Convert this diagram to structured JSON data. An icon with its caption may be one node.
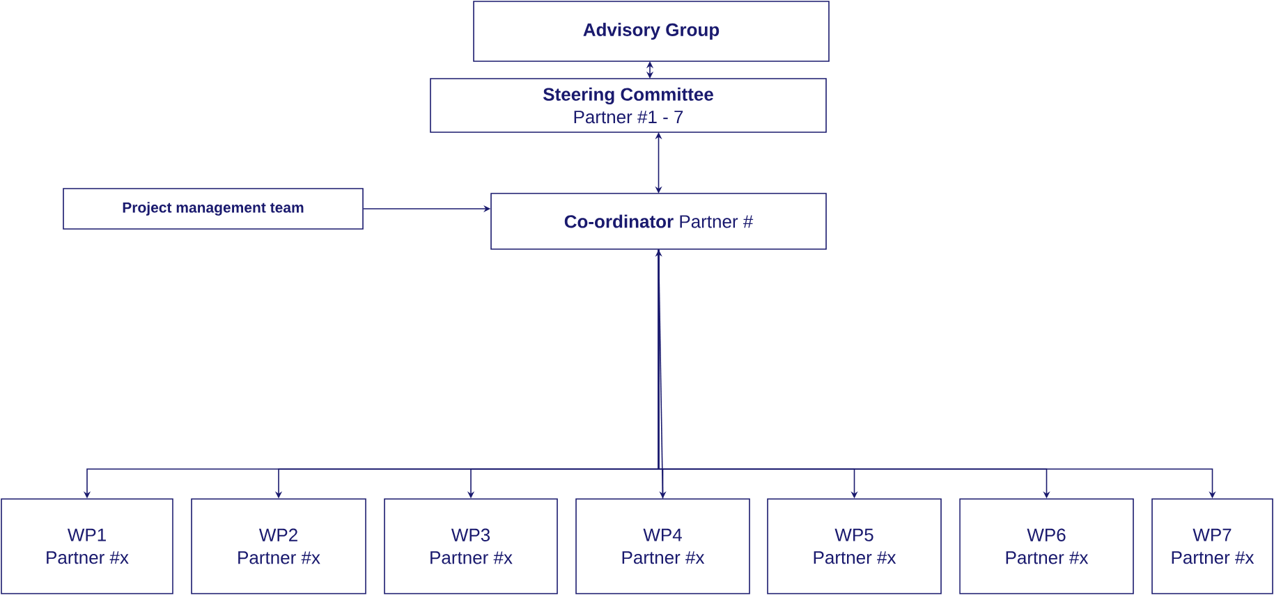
{
  "diagram": {
    "nodes": [
      {
        "text": [
          "Advisory Group"
        ]
      },
      {
        "text": [
          "Steering Committee",
          "Partner #1 - 7"
        ]
      },
      {
        "text": [
          "**Co-ordinator** Partner #"
        ]
      },
      {
        "text": [
          "Project management team"
        ]
      },
      {
        "text": [
          "WP1",
          "Partner #x"
        ]
      },
      {
        "text": [
          "WP2",
          "Partner #x"
        ]
      },
      {
        "text": [
          "WP3",
          "Partner #x"
        ]
      },
      {
        "text": [
          "WP4",
          "Partner #x"
        ]
      },
      {
        "text": [
          "WP5",
          "Partner #x"
        ]
      },
      {
        "text": [
          "WP6",
          "Partner #x"
        ]
      },
      {
        "text": [
          "WP7",
          "Partner #x"
        ]
      }
    ],
    "edges": [
      {
        "from": 0,
        "to": 1,
        "arrow": "both"
      },
      {
        "from": 1,
        "to": 2,
        "arrow": "both"
      },
      {
        "from": 3,
        "to": 2,
        "arrow": "to"
      },
      {
        "from": 2,
        "to": 4,
        "arrow": "to"
      },
      {
        "from": 2,
        "to": 5,
        "arrow": "to"
      },
      {
        "from": 2,
        "to": 6,
        "arrow": "to"
      },
      {
        "from": 2,
        "to": 7,
        "arrow": "to"
      },
      {
        "from": 2,
        "to": 8,
        "arrow": "to"
      },
      {
        "from": 2,
        "to": 9,
        "arrow": "to"
      },
      {
        "from": 2,
        "to": 10,
        "arrow": "to"
      },
      {
        "from": 7,
        "to": 2,
        "arrow": "to"
      }
    ]
  }
}
